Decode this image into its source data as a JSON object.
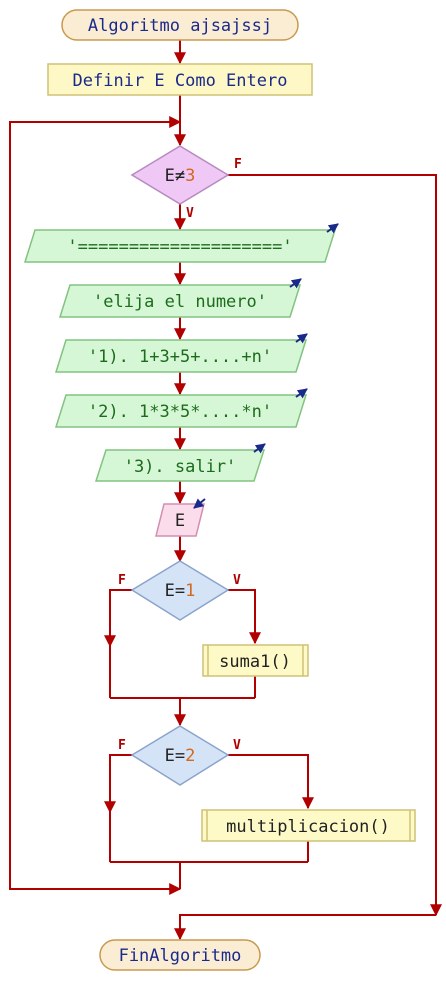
{
  "diagram": {
    "title": "Algoritmo ajsajssj",
    "definition": "Definir E Como Entero",
    "loop_condition": {
      "var": "E",
      "op": "≠",
      "num": "3",
      "true_label": "V",
      "false_label": "F"
    },
    "outputs": [
      "'===================='",
      "'elija el numero'",
      "'1). 1+3+5+....+n'",
      "'2). 1*3*5*....*n'",
      "'3). salir'"
    ],
    "input_var": "E",
    "decision_1": {
      "var": "E",
      "op": "=",
      "num": "1",
      "true_label": "V",
      "false_label": "F",
      "call": "suma1()"
    },
    "decision_2": {
      "var": "E",
      "op": "=",
      "num": "2",
      "true_label": "V",
      "false_label": "F",
      "call": "multiplicacion()"
    },
    "end": "FinAlgoritmo"
  },
  "colors": {
    "edge": "#b20000",
    "flag": "#b00000",
    "terminal_fill": "#fbedd4",
    "terminal_stroke": "#c89a4e",
    "process_fill": "#fdf8c6",
    "process_stroke": "#cfc276",
    "loop_diamond_fill": "#f0c8f5",
    "loop_diamond_stroke": "#b78ac0",
    "output_fill": "#d5f7d5",
    "output_stroke": "#82c382",
    "input_fill": "#fbdcea",
    "input_stroke": "#d38eb2",
    "decision_fill": "#d5e3f7",
    "decision_stroke": "#8aa4cc",
    "call_fill": "#fdfac8",
    "call_stroke": "#cfc276",
    "io_arrow": "#1a2a8a",
    "number_color": "#d2691e"
  },
  "icons": {
    "output_arrow": "output-arrow-icon",
    "input_arrow": "input-arrow-icon"
  }
}
